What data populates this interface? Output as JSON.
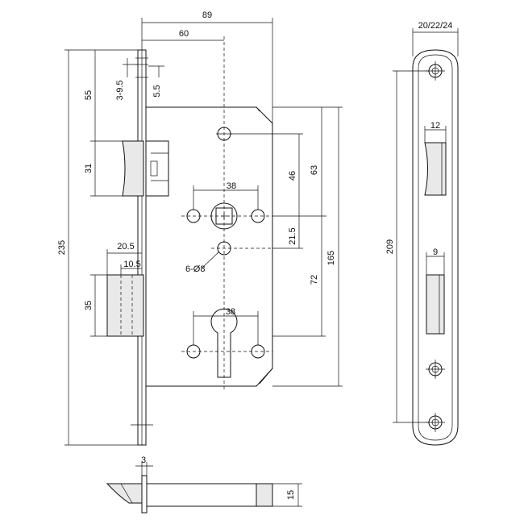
{
  "colors": {
    "line": "#111111",
    "background": "#ffffff"
  },
  "dimensions": {
    "width_total": "89",
    "backset": "60",
    "faceplate_offset_vertical": "3-9.5",
    "faceplate_offset_small": "5.5",
    "latch_top_offset": "55",
    "latch_height": "31",
    "total_height": "235",
    "bolt_projection": "20.5",
    "bolt_width": "10.5",
    "bolt_height": "35",
    "handle_spacing": "38",
    "handle_to_top": "46",
    "top_to_handle": "63",
    "handle_to_hole": "21.5",
    "hole_diameter": "6-Ø8",
    "handle_to_cylinder": "72",
    "case_height": "165",
    "cylinder_spacing": "38",
    "faceplate_widths": "20/22/24",
    "latch_slot_width": "12",
    "faceplate_hole_spacing": "209",
    "bolt_slot_width": "9",
    "faceplate_thickness": "3",
    "bolt_depth": "15"
  }
}
